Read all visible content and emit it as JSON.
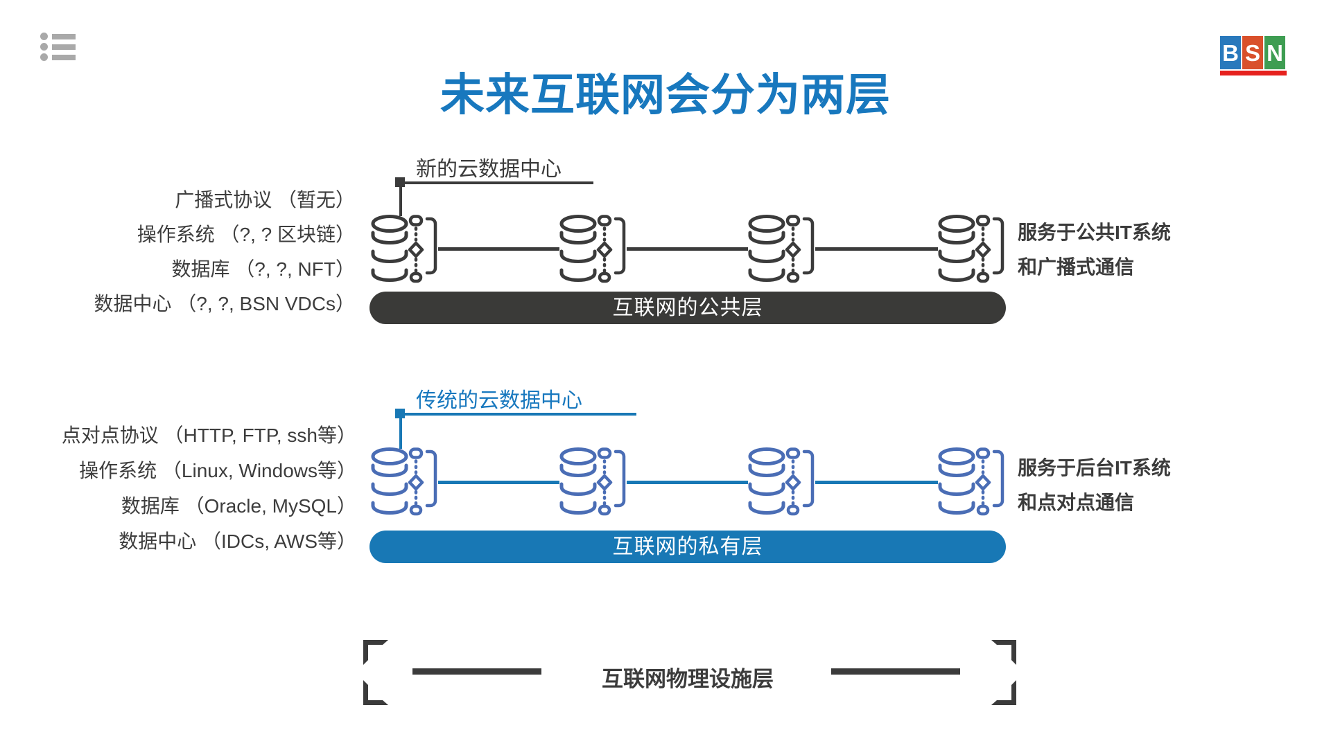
{
  "colors": {
    "accent_blue": "#1878BE",
    "bar_blue": "#1878B5",
    "icon_blue": "#4A6DB5",
    "dark": "#3B3B3B",
    "bar_dark": "#3A3A38",
    "gray_icon": "#A9A9A9",
    "logo_blue": "#2979BC",
    "logo_orange": "#D9502B",
    "logo_green": "#3E9D52",
    "logo_red": "#E6211E"
  },
  "header": {
    "title": "未来互联网会分为两层",
    "logo_letters": [
      "B",
      "S",
      "N"
    ]
  },
  "icons": {
    "menu": "list-icon",
    "node": "database-cluster-icon"
  },
  "public_layer": {
    "callout": "新的云数据中心",
    "left_labels": [
      "广播式协议 （暂无）",
      "操作系统 （?, ? 区块链）",
      "数据库 （?, ?, NFT）",
      "数据中心 （?, ?, BSN VDCs）"
    ],
    "right_labels": [
      "服务于公共IT系统",
      "和广播式通信"
    ],
    "bar_label": "互联网的公共层"
  },
  "private_layer": {
    "callout": "传统的云数据中心",
    "left_labels": [
      "点对点协议 （HTTP, FTP, ssh等）",
      "操作系统 （Linux, Windows等）",
      "数据库 （Oracle, MySQL）",
      "数据中心 （IDCs, AWS等）"
    ],
    "right_labels": [
      "服务于后台IT系统",
      "和点对点通信"
    ],
    "bar_label": "互联网的私有层"
  },
  "physical_layer": {
    "label": "互联网物理设施层"
  }
}
